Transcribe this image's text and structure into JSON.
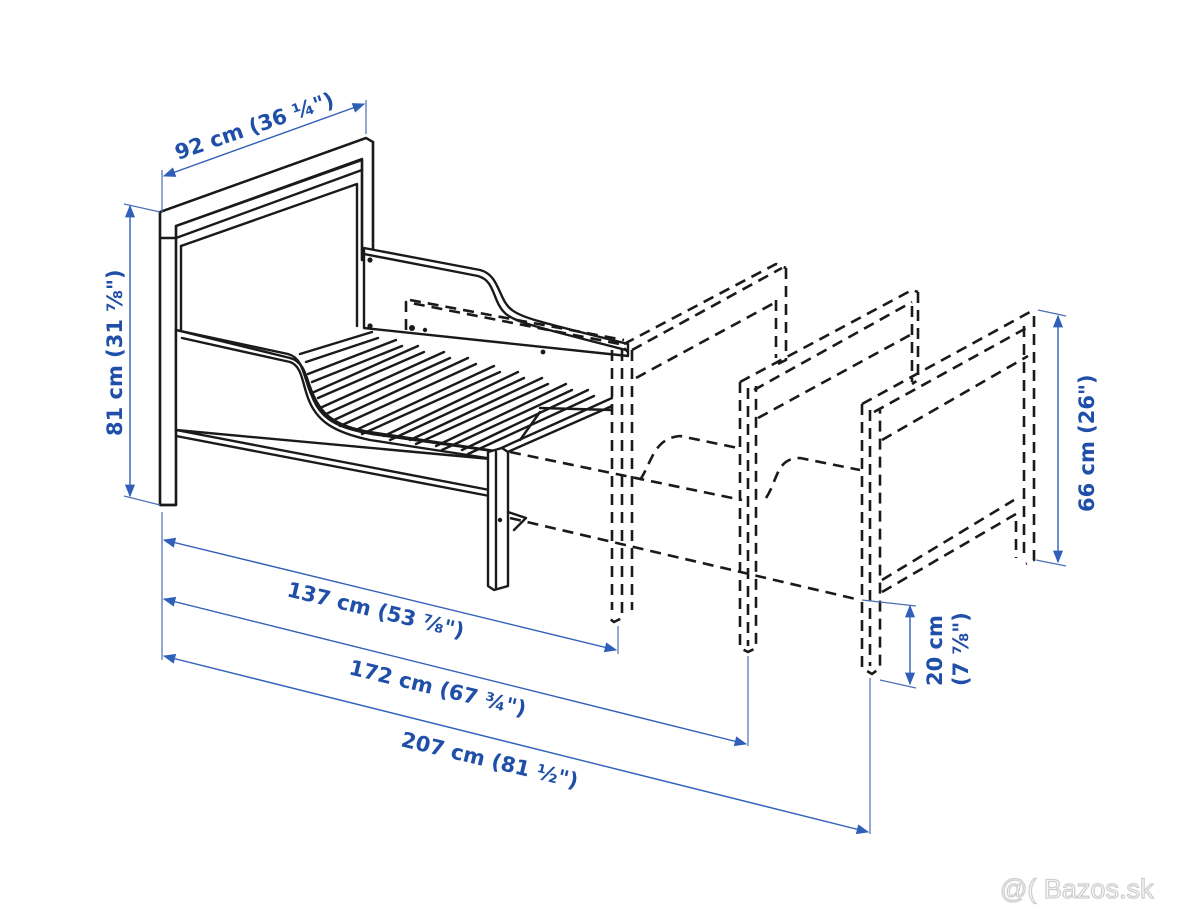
{
  "diagram": {
    "subject": "extendable bed frame dimensions",
    "colors": {
      "line": "#1a1a1a",
      "dimension": "#1f4fa8",
      "watermark": "#cfcfcf",
      "background": "#ffffff"
    },
    "dimensions": {
      "width": {
        "label": "92 cm (36 ¼\")",
        "cm": 92,
        "inch": "36 ¼"
      },
      "height": {
        "label": "81 cm (31 ⅞\")",
        "cm": 81,
        "inch": "31 ⅞"
      },
      "footboard_height": {
        "label": "66 cm (26\")",
        "cm": 66,
        "inch": "26"
      },
      "leg_clearance": {
        "label_cm": "20 cm",
        "label_inch": "(7 ⅞\")",
        "cm": 20,
        "inch": "7 ⅞"
      },
      "length_short": {
        "label": "137 cm (53 ⅞\")",
        "cm": 137,
        "inch": "53 ⅞"
      },
      "length_mid": {
        "label": "172 cm (67 ¾\")",
        "cm": 172,
        "inch": "67 ¾"
      },
      "length_long": {
        "label": "207 cm (81 ½\")",
        "cm": 207,
        "inch": "81 ½"
      }
    }
  },
  "watermark": {
    "text": "@( Bazos.sk"
  }
}
